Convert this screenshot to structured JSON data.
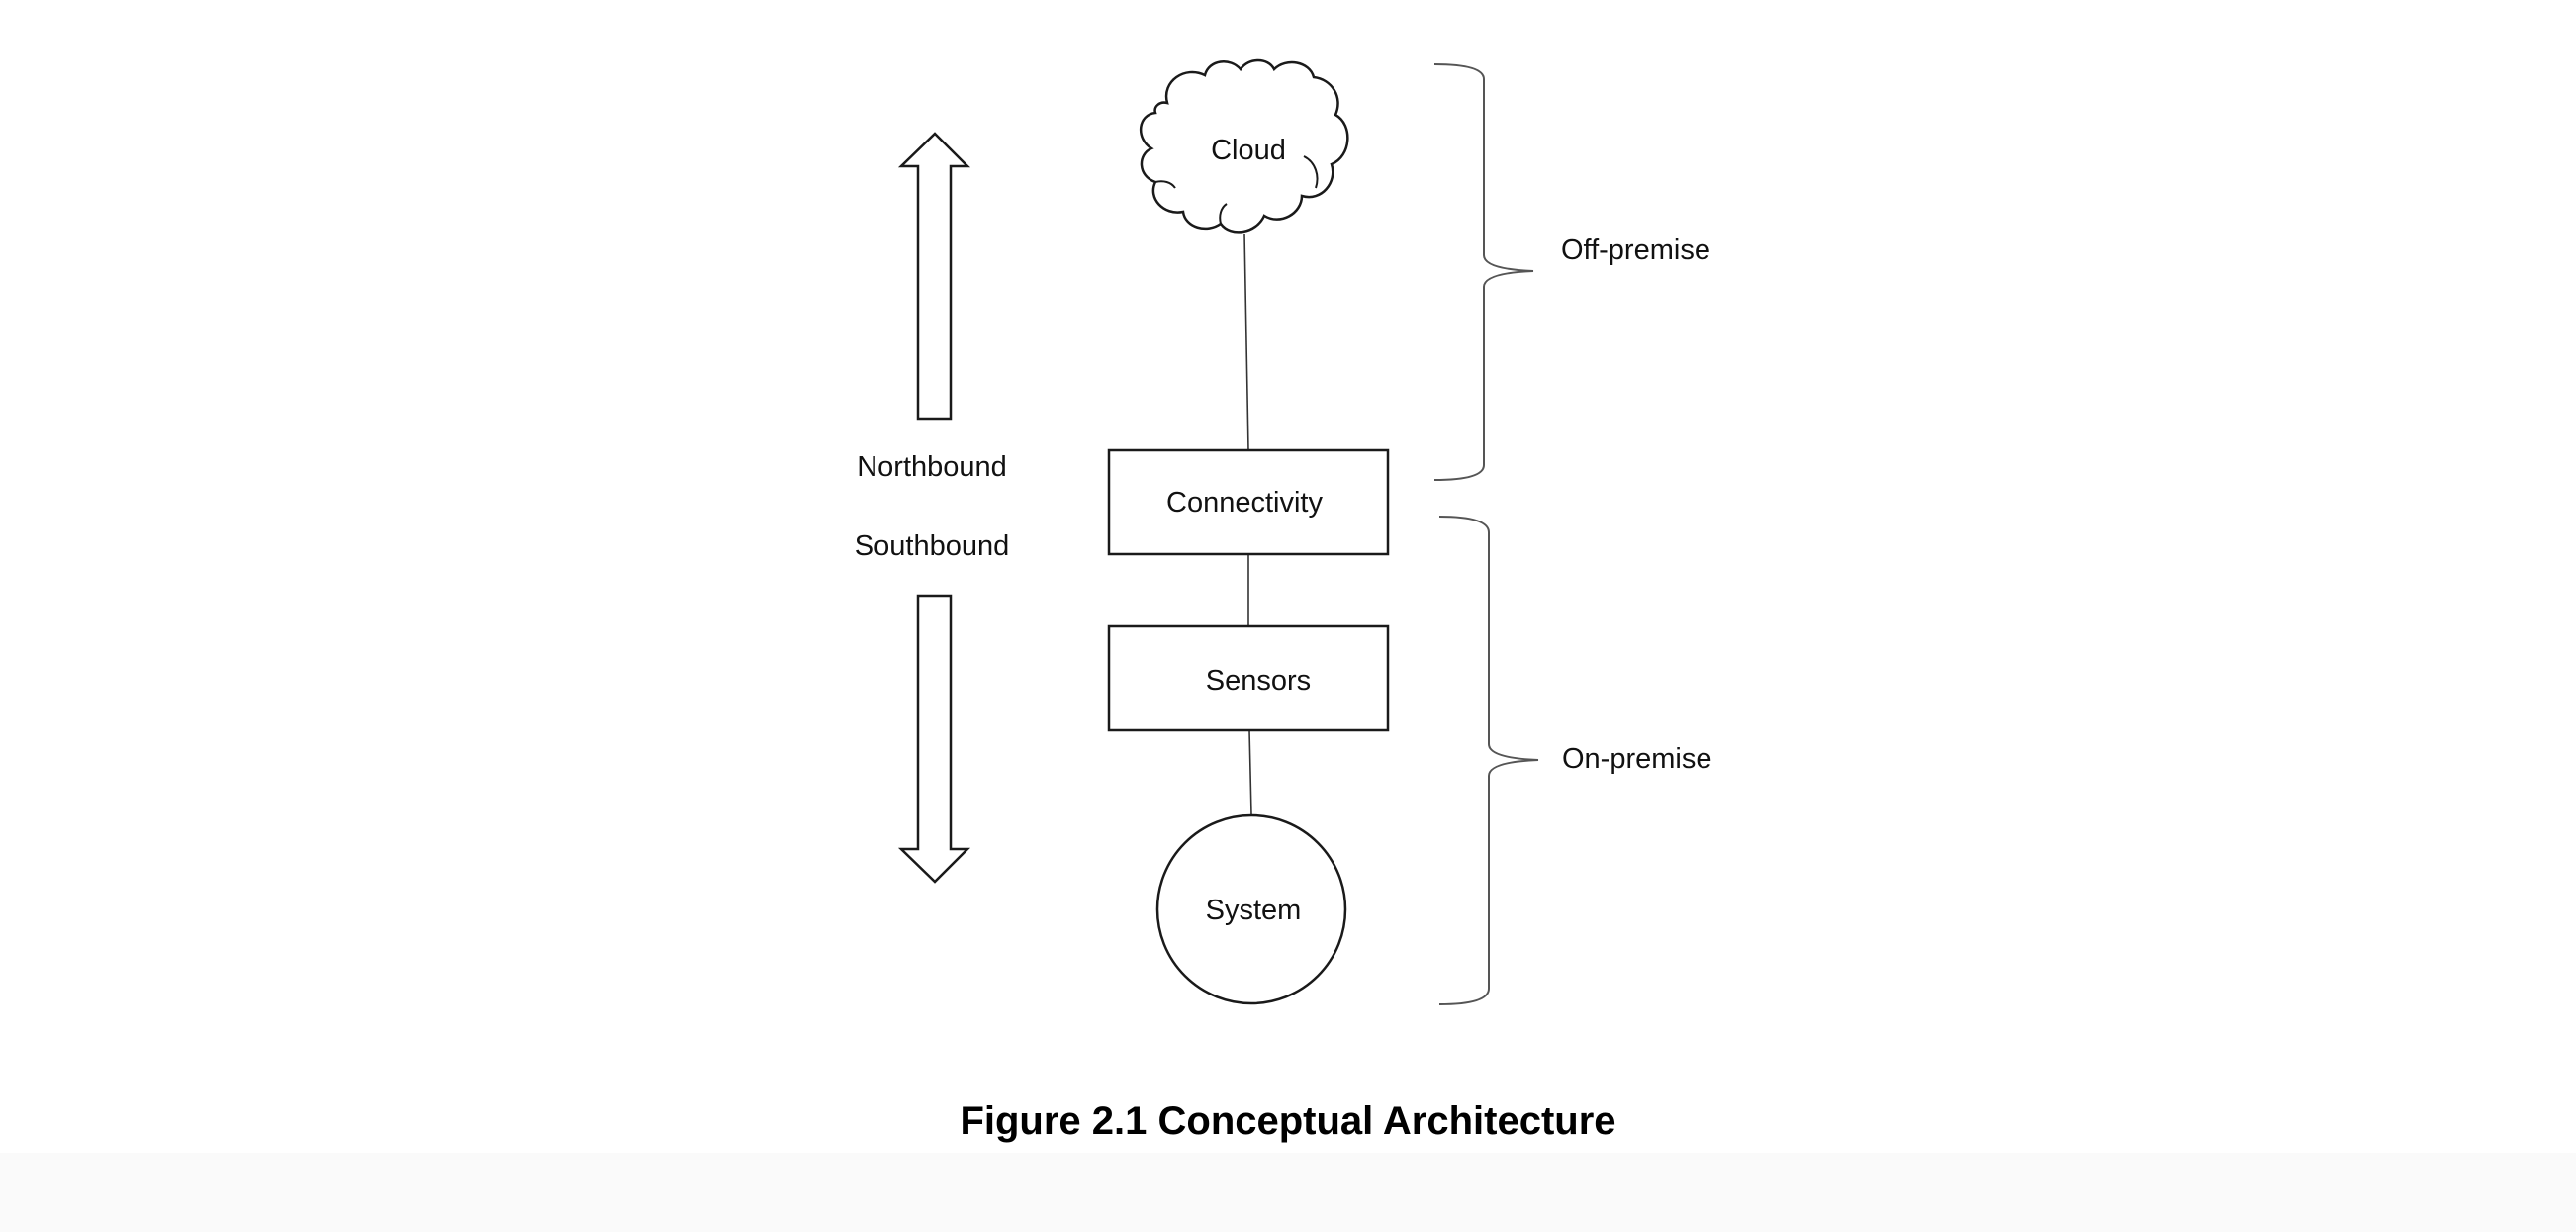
{
  "nodes": {
    "cloud": "Cloud",
    "connectivity": "Connectivity",
    "sensors": "Sensors",
    "system": "System"
  },
  "directions": {
    "north": "Northbound",
    "south": "Southbound"
  },
  "groups": {
    "off_premise": "Off-premise",
    "on_premise": "On-premise"
  },
  "caption": "Figure 2.1 Conceptual Architecture",
  "colors": {
    "stroke": "#1a1a1a",
    "background": "#ffffff",
    "footer_band": "#fafafa"
  }
}
